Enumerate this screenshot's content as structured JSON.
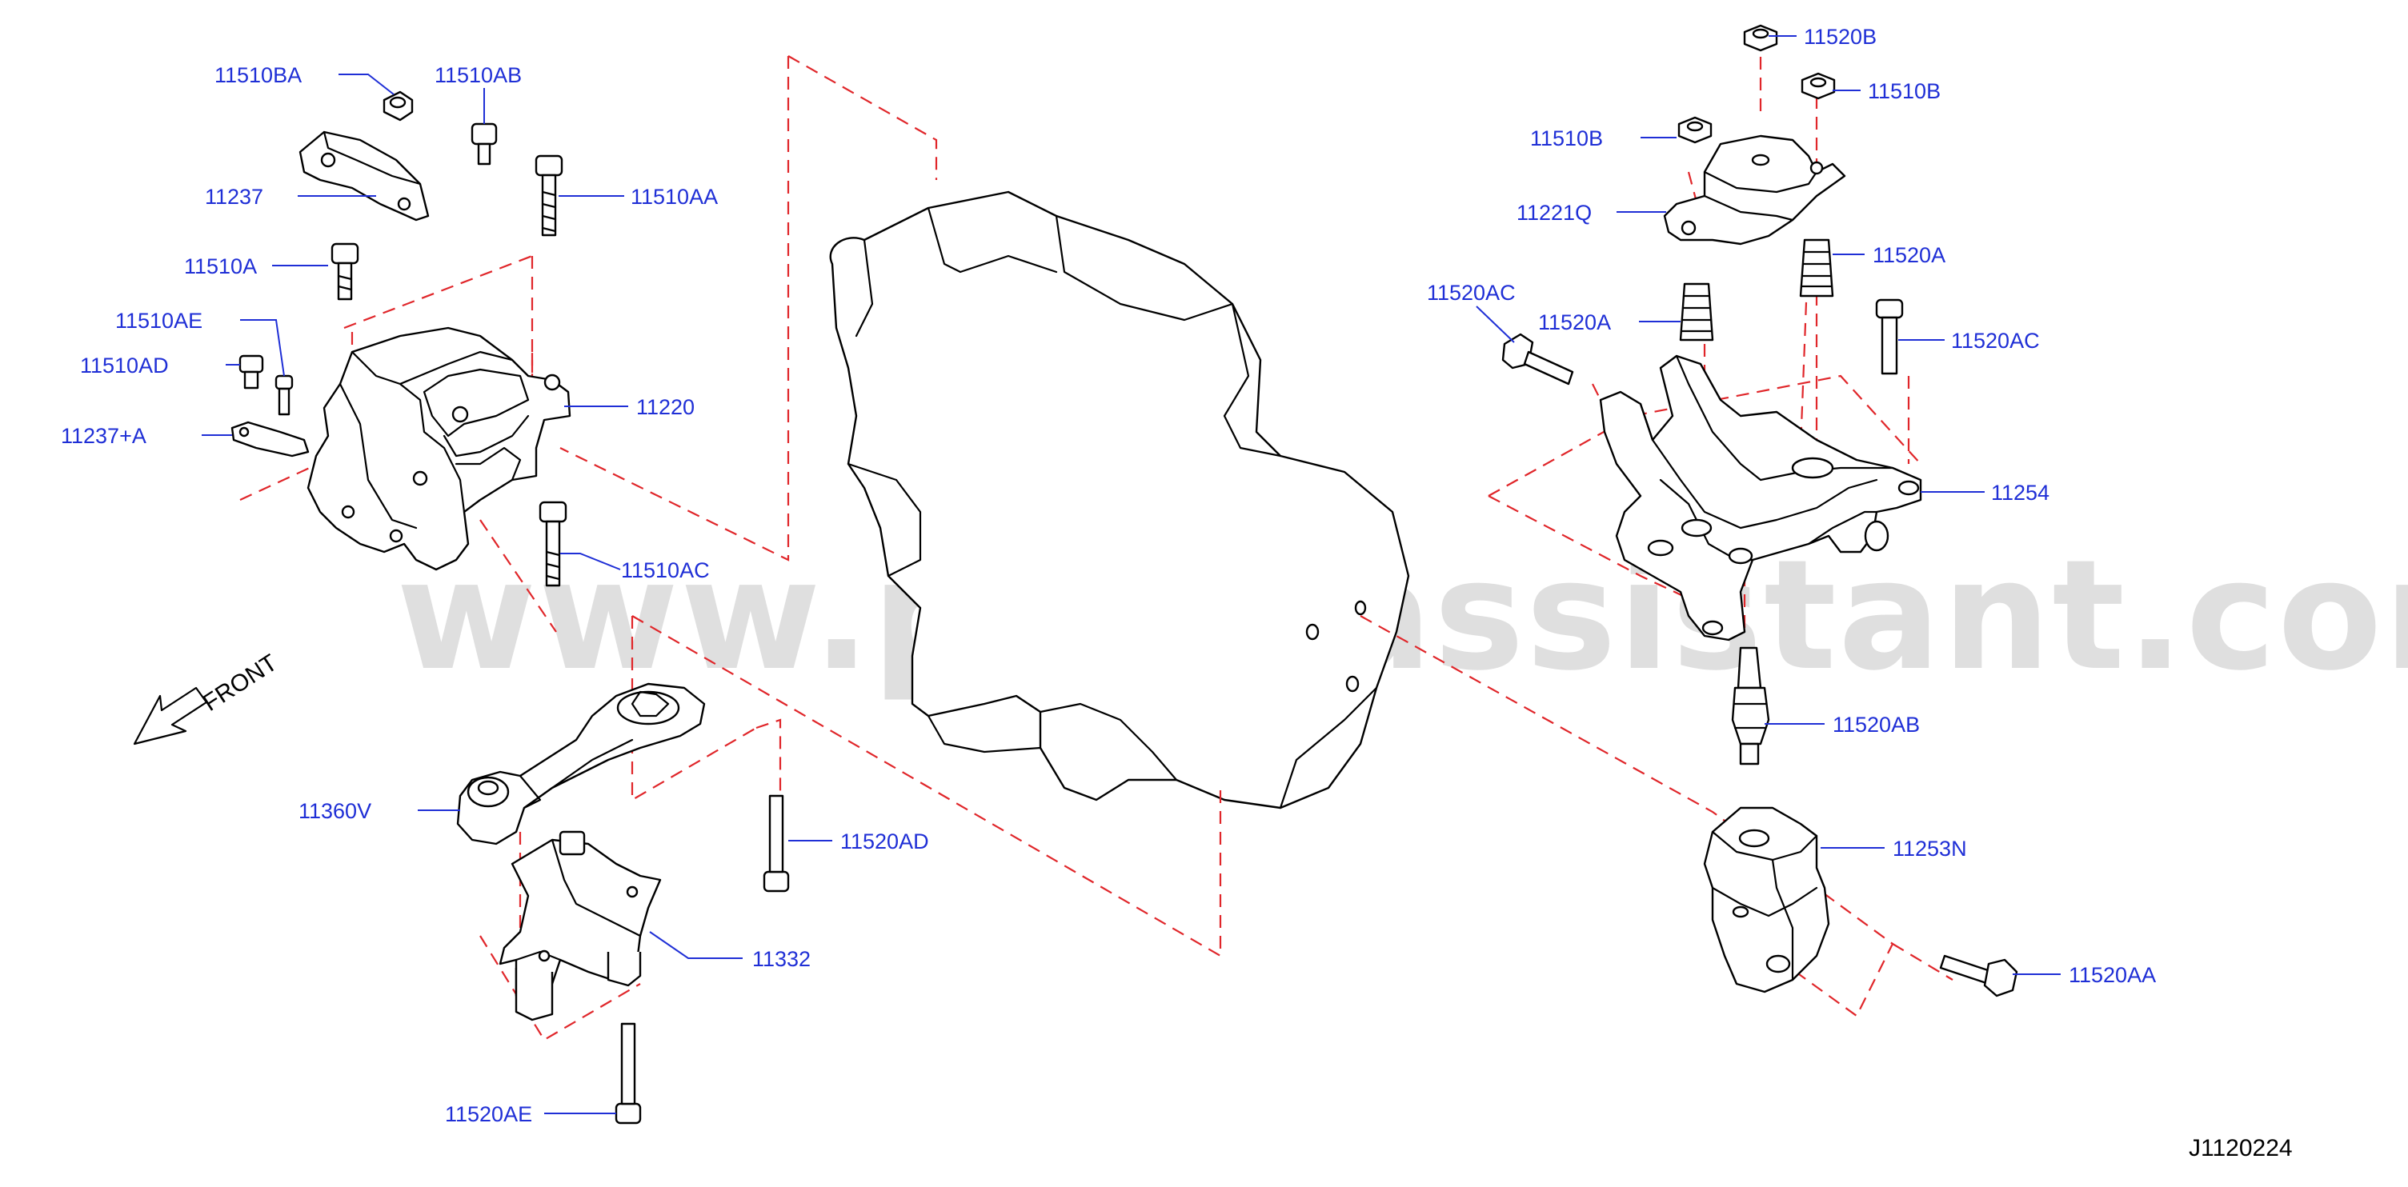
{
  "watermark": "www.partsassistant.com",
  "diagram_code": "J1120224",
  "orientation_label": "FRONT",
  "parts": [
    {
      "label": "11510BA"
    },
    {
      "label": "11510AB"
    },
    {
      "label": "11237"
    },
    {
      "label": "11510AA"
    },
    {
      "label": "11510A"
    },
    {
      "label": "11510AE"
    },
    {
      "label": "11510AD"
    },
    {
      "label": "11237+A"
    },
    {
      "label": "11220"
    },
    {
      "label": "11510AC"
    },
    {
      "label": "11360V"
    },
    {
      "label": "11520AD"
    },
    {
      "label": "11332"
    },
    {
      "label": "11520AE"
    },
    {
      "label": "11520B"
    },
    {
      "label": "11510B"
    },
    {
      "label": "11510B"
    },
    {
      "label": "11221Q"
    },
    {
      "label": "11520A"
    },
    {
      "label": "11520AC"
    },
    {
      "label": "11520A"
    },
    {
      "label": "11520AC"
    },
    {
      "label": "11254"
    },
    {
      "label": "11520AB"
    },
    {
      "label": "11253N"
    },
    {
      "label": "11520AA"
    }
  ]
}
